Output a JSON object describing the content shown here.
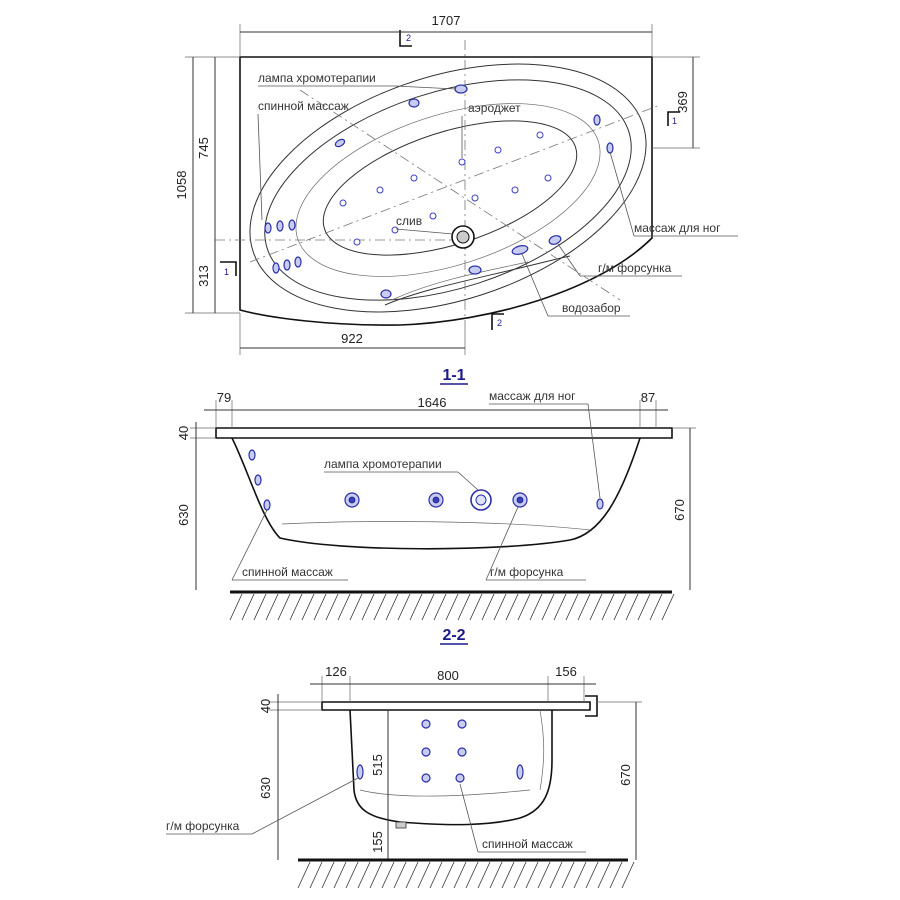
{
  "plan": {
    "dims": {
      "total_length": "1707",
      "total_width": "1058",
      "inner_depth": "745",
      "bottom_offset": "313",
      "right_offset": "369",
      "center_distance": "922"
    },
    "labels": {
      "chromotherapy_lamp": "лампа хромотерапии",
      "back_massage": "спинной массаж",
      "aerojet": "аэроджет",
      "drain": "слив",
      "foot_massage": "массаж для ног",
      "hydromassage_nozzle": "г/м форсунка",
      "water_intake": "водозабор"
    },
    "section_marks": {
      "mark_1": "1",
      "mark_2": "2"
    }
  },
  "section_1": {
    "title": "1-1",
    "dims": {
      "left_rim": "79",
      "inner_length": "1646",
      "right_rim": "87",
      "rim_thickness": "40",
      "height_left": "630",
      "height_right": "670"
    },
    "labels": {
      "foot_massage": "массаж для ног",
      "chromotherapy_lamp": "лампа хромотерапии",
      "back_massage": "спинной массаж",
      "hydromassage_nozzle": "г/м форсунка"
    }
  },
  "section_2": {
    "title": "2-2",
    "dims": {
      "left_rim": "126",
      "inner_width": "800",
      "right_rim": "156",
      "rim_thickness": "40",
      "height_left": "630",
      "inner_height": "515",
      "leg_height": "155",
      "height_right": "670"
    },
    "labels": {
      "hydromassage_nozzle": "г/м форсунка",
      "back_massage": "спинной массаж"
    }
  }
}
